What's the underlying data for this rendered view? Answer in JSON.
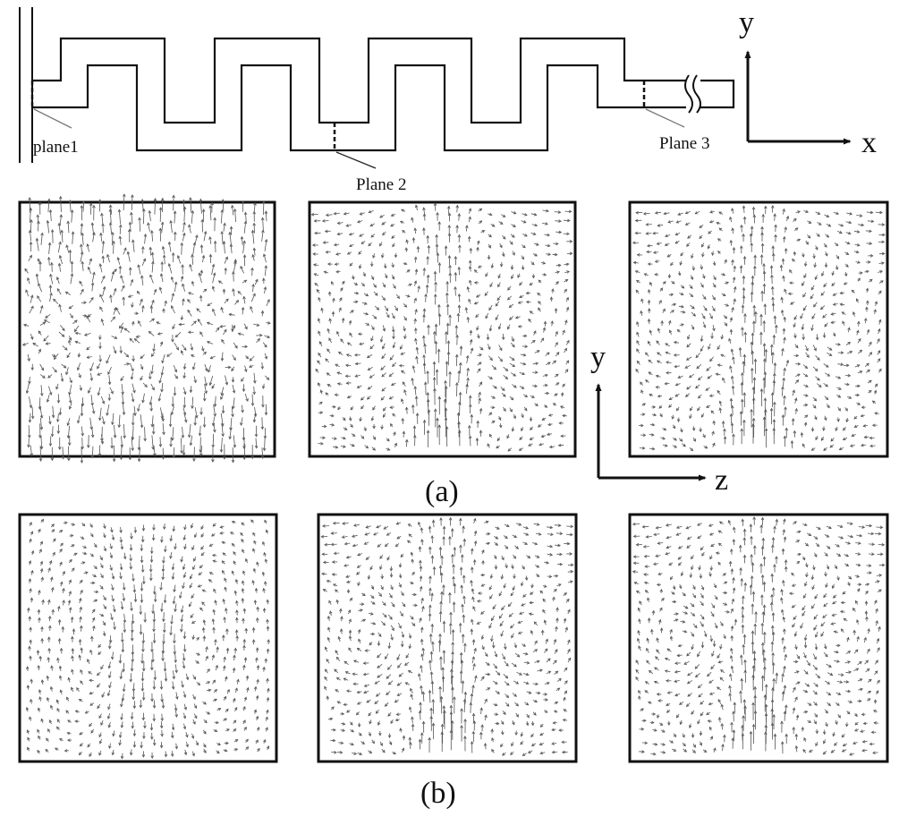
{
  "channel": {
    "plane_labels": [
      "plane1",
      "Plane 2",
      "Plane 3"
    ],
    "axis": {
      "vertical": "y",
      "horizontal": "x"
    }
  },
  "flow_axis": {
    "vertical": "y",
    "horizontal": "z"
  },
  "panels": {
    "row_a_caption": "(a)",
    "row_b_caption": "(b)",
    "fields": [
      {
        "row": "a",
        "plane": 1,
        "pattern": "axial-jet"
      },
      {
        "row": "a",
        "plane": 2,
        "pattern": "dean-vortex-pair"
      },
      {
        "row": "a",
        "plane": 3,
        "pattern": "dean-vortex-pair"
      },
      {
        "row": "b",
        "plane": 1,
        "pattern": "counter-vortex-pair"
      },
      {
        "row": "b",
        "plane": 2,
        "pattern": "dean-vortex-pair"
      },
      {
        "row": "b",
        "plane": 3,
        "pattern": "dean-vortex-pair"
      }
    ]
  },
  "colors": {
    "line": "#111111",
    "arrow": "#555555",
    "leader": "#777777"
  }
}
